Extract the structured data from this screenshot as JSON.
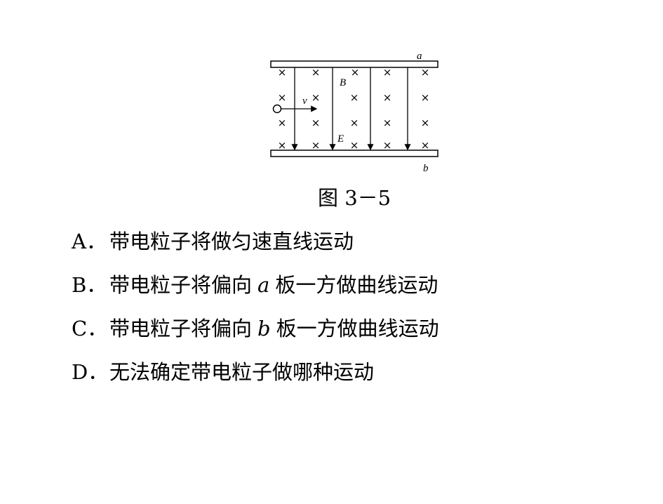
{
  "figure": {
    "plate_top_label": "a",
    "plate_bottom_label": "b",
    "field_b_label": "B",
    "field_e_label": "E",
    "velocity_label": "v",
    "cross_symbol": "×",
    "caption": "图 3－5"
  },
  "options": [
    {
      "letter": "A．",
      "pre": "带电粒子将做匀速直线运动",
      "var": "",
      "post": ""
    },
    {
      "letter": "B．",
      "pre": "带电粒子将偏向",
      "var": "a",
      "post": "板一方做曲线运动"
    },
    {
      "letter": "C．",
      "pre": "带电粒子将偏向",
      "var": "b",
      "post": "板一方做曲线运动"
    },
    {
      "letter": "D．",
      "pre": "无法确定带电粒子做哪种运动",
      "var": "",
      "post": ""
    }
  ]
}
